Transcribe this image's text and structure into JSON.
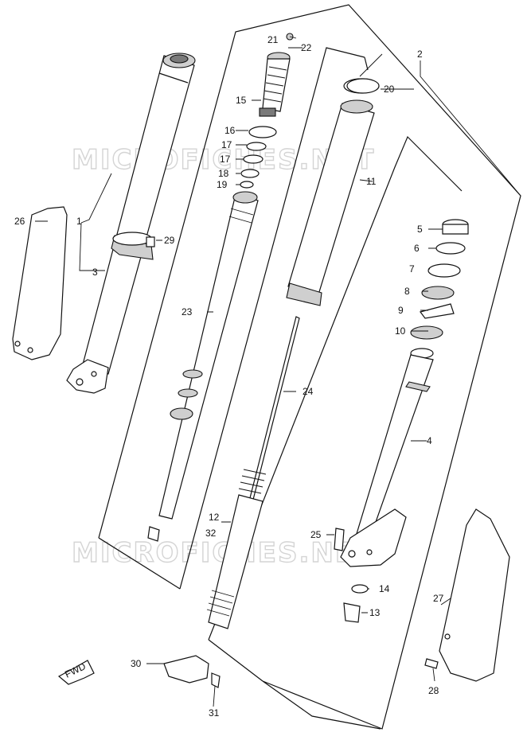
{
  "watermark": "MICROFICHES.NET",
  "direction_label": "FWD",
  "callouts": [
    "1",
    "2",
    "3",
    "4",
    "5",
    "6",
    "7",
    "8",
    "9",
    "10",
    "11",
    "12",
    "13",
    "14",
    "15",
    "16",
    "17",
    "17",
    "18",
    "19",
    "20",
    "21",
    "22",
    "23",
    "24",
    "25",
    "26",
    "27",
    "28",
    "29",
    "30",
    "31",
    "32"
  ]
}
